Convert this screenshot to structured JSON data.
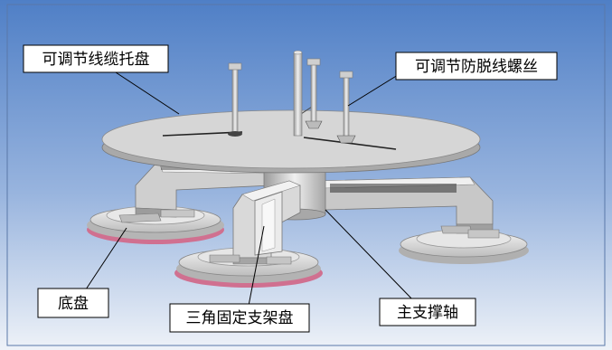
{
  "labels": {
    "tray": "可调节线缆托盘",
    "screw": "可调节防脱线螺丝",
    "base": "底盘",
    "bracket": "三角固定支架盘",
    "shaft": "主支撑轴"
  },
  "colors": {
    "background_top": "#5b86c9",
    "background_bottom": "#e8eef7",
    "metal_light": "#e7e7e7",
    "metal_mid": "#c4c4c4",
    "metal_dark": "#8e8e8e",
    "base_rim": "#d07090",
    "label_box": "#ffffff",
    "label_border": "#000000"
  }
}
